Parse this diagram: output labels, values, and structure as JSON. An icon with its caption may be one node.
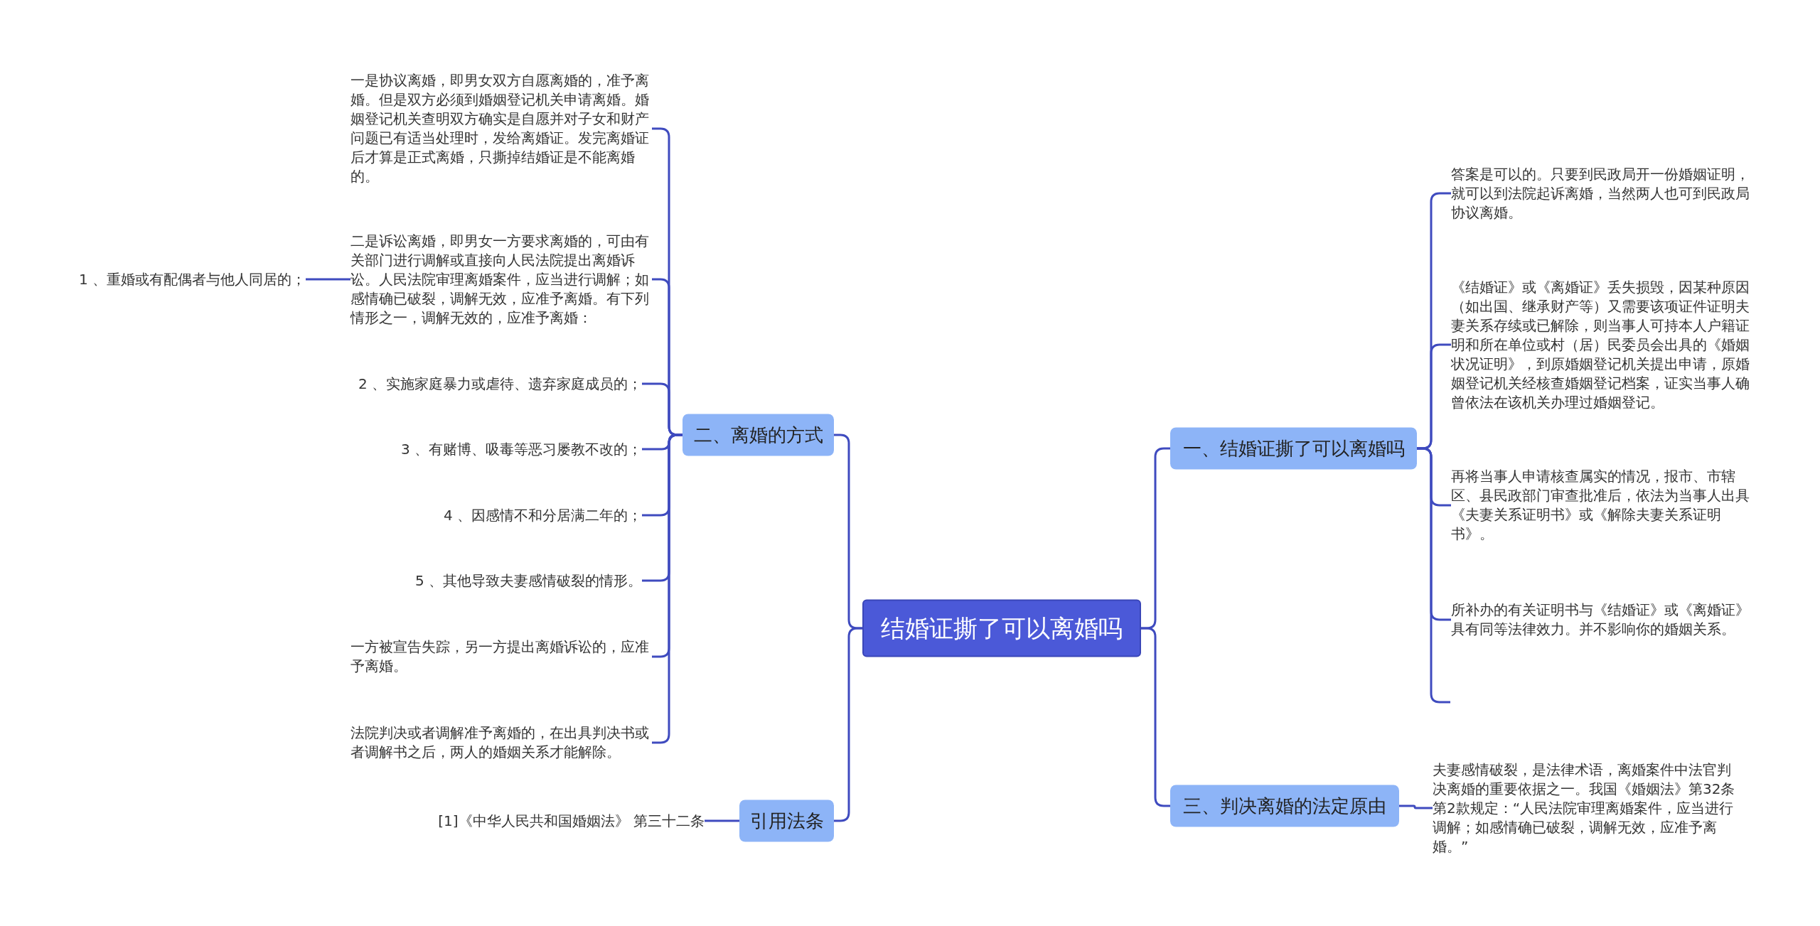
{
  "diagram": {
    "nodes": [
      {
        "text": [
          "结婚证撕了可以离婚吗"
        ]
      },
      {
        "text": [
          "二、离婚的方式"
        ]
      },
      {
        "text": [
          "一是协议离婚，即男女双方自愿离婚的，准予离婚。但是双方必须到婚姻登记机关申请离婚。婚姻登记机关查明双方确实是自愿并对子女和财产问题已有适当处理时，发给离婚证。发完离婚证后才算是正式离婚，只撕掉结婚证是不能离婚的。"
        ]
      },
      {
        "text": [
          "二是诉讼离婚，即男女一方要求离婚的，可由有关部门进行调解或直接向人民法院提出离婚诉讼。人民法院审理离婚案件，应当进行调解；如感情确已破裂，调解无效，应准予离婚。有下列情形之一，调解无效的，应准予离婚："
        ]
      },
      {
        "text": [
          "1 、重婚或有配偶者与他人同居的；"
        ]
      },
      {
        "text": [
          "2 、实施家庭暴力或虐待、遗弃家庭成员的；"
        ]
      },
      {
        "text": [
          "3 、有赌博、吸毒等恶习屡教不改的；"
        ]
      },
      {
        "text": [
          "4 、因感情不和分居满二年的；"
        ]
      },
      {
        "text": [
          "5 、其他导致夫妻感情破裂的情形。"
        ]
      },
      {
        "text": [
          "一方被宣告失踪，另一方提出离婚诉讼的，应准予离婚。"
        ]
      },
      {
        "text": [
          "法院判决或者调解准予离婚的，在出具判决书或者调解书之后，两人的婚姻关系才能解除。"
        ]
      },
      {
        "text": [
          "引用法条"
        ]
      },
      {
        "text": [
          "[1]《中华人民共和国婚姻法》 第三十二条"
        ]
      },
      {
        "text": [
          "一、结婚证撕了可以离婚吗"
        ]
      },
      {
        "text": [
          "答案是可以的。只要到民政局开一份婚姻证明，就可以到法院起诉离婚，当然两人也可到民政局协议离婚。"
        ]
      },
      {
        "text": [
          "《结婚证》或《离婚证》丢失损毁，因某种原因（如出国、继承财产等）又需要该项证件证明夫妻关系存续或已解除，则当事人可持本人户籍证明和所在单位或村（居）民委员会出具的《婚姻状况证明》，到原婚姻登记机关提出申请，原婚姻登记机关经核查婚姻登记档案，证实当事人确曾依法在该机关办理过婚姻登记。"
        ]
      },
      {
        "text": [
          "再将当事人申请核查属实的情况，报市、市辖区、县民政部门审查批准后，依法为当事人出具《夫妻关系证明书》或《解除夫妻关系证明书》。"
        ]
      },
      {
        "text": [
          "所补办的有关证明书与《结婚证》或《离婚证》具有同等法律效力。并不影响你的婚姻关系。"
        ]
      },
      {
        "text": [
          "三、判决离婚的法定原由"
        ]
      },
      {
        "text": [
          "夫妻感情破裂，是法律术语，离婚案件中法官判决离婚的重要依据之一。我国《婚姻法》第32条第2款规定：“人民法院审理离婚案件，应当进行调解；如感情确已破裂，调解无效，应准予离婚。”"
        ]
      }
    ],
    "edges": [
      {
        "from": 0,
        "to": 1,
        "arrow": "none"
      },
      {
        "from": 0,
        "to": 11,
        "arrow": "none"
      },
      {
        "from": 0,
        "to": 13,
        "arrow": "none"
      },
      {
        "from": 0,
        "to": 18,
        "arrow": "none"
      },
      {
        "from": 1,
        "to": 2,
        "arrow": "none"
      },
      {
        "from": 1,
        "to": 3,
        "arrow": "none"
      },
      {
        "from": 3,
        "to": 4,
        "arrow": "none"
      },
      {
        "from": 1,
        "to": 5,
        "arrow": "none"
      },
      {
        "from": 1,
        "to": 6,
        "arrow": "none"
      },
      {
        "from": 1,
        "to": 7,
        "arrow": "none"
      },
      {
        "from": 1,
        "to": 8,
        "arrow": "none"
      },
      {
        "from": 1,
        "to": 9,
        "arrow": "none"
      },
      {
        "from": 1,
        "to": 10,
        "arrow": "none"
      },
      {
        "from": 11,
        "to": 12,
        "arrow": "none"
      },
      {
        "from": 13,
        "to": 14,
        "arrow": "none"
      },
      {
        "from": 13,
        "to": 15,
        "arrow": "none"
      },
      {
        "from": 13,
        "to": 16,
        "arrow": "none"
      },
      {
        "from": 13,
        "to": 17,
        "arrow": "none"
      },
      {
        "from": 13,
        "to": null,
        "arrow": "none"
      },
      {
        "from": 18,
        "to": 19,
        "arrow": "none"
      }
    ]
  }
}
